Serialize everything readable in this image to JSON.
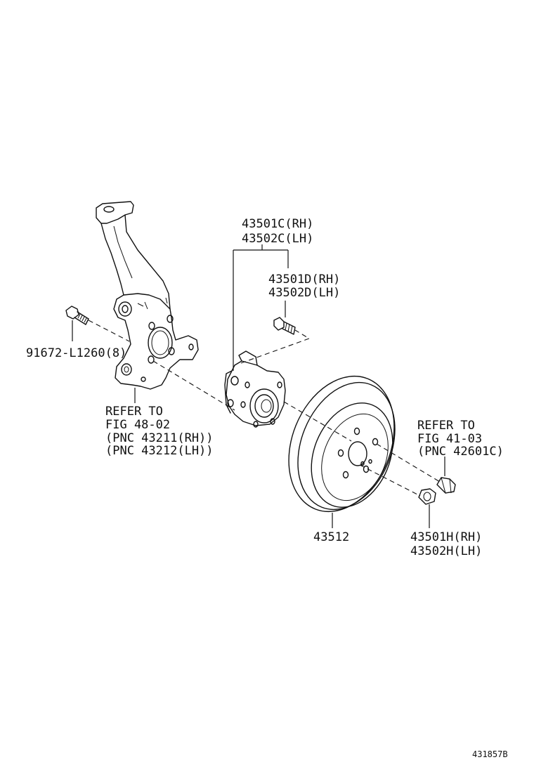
{
  "labels": {
    "hub_assembly": [
      "43501C(RH)",
      "43502C(LH)"
    ],
    "hub_bolt": [
      "43501D(RH)",
      "43502D(LH)"
    ],
    "knuckle_bolt": "91672-L1260(8)",
    "knuckle_refer": [
      "REFER TO",
      "FIG 48-02",
      "(PNC 43211(RH))",
      "(PNC 43212(LH))"
    ],
    "hub_nut_refer": [
      "REFER TO",
      "FIG 41-03",
      "(PNC 42601C)"
    ],
    "disc": "43512",
    "hub_nut": [
      "43501H(RH)",
      "43502H(LH)"
    ],
    "figure_id": "431857B"
  }
}
